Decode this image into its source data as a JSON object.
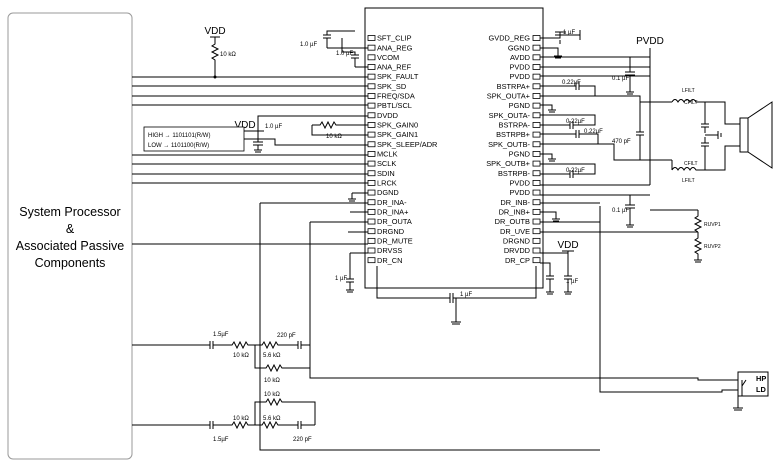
{
  "processor": {
    "lines": [
      "System Processor",
      "&",
      "Associated Passive",
      "Components"
    ]
  },
  "rails": {
    "vdd": "VDD",
    "pvdd": "PVDD"
  },
  "ic": {
    "left_pins": [
      "SFT_CLIP",
      "ANA_REG",
      "VCOM",
      "ANA_REF",
      "SPK_FAULT",
      "SPK_SD",
      "FREQ/SDA",
      "PBTL/SCL",
      "DVDD",
      "SPK_GAIN0",
      "SPK_GAIN1",
      "SPK_SLEEP/ADR",
      "MCLK",
      "SCLK",
      "SDIN",
      "LRCK",
      "DGND",
      "DR_INA-",
      "DR_INA+",
      "DR_OUTA",
      "DRGND",
      "DR_MUTE",
      "DRVSS",
      "DR_CN"
    ],
    "right_pins": [
      "GVDD_REG",
      "GGND",
      "AVDD",
      "PVDD",
      "PVDD",
      "BSTRPA+",
      "SPK_OUTA+",
      "PGND",
      "SPK_OUTA-",
      "BSTRPA-",
      "BSTRPB+",
      "SPK_OUTB-",
      "PGND",
      "SPK_OUTB+",
      "BSTRPB-",
      "PVDD",
      "PVDD",
      "DR_INB-",
      "DR_INB+",
      "DR_OUTB",
      "DR_UVE",
      "DRGND",
      "DRVDD",
      "DR_CP"
    ]
  },
  "components": {
    "r_10k": "10 kΩ",
    "c_1u": "1.0 µF",
    "c_1u_short": "1 µF",
    "c_01u": "0.1 µF",
    "c_022u": "0.22µF",
    "c_470p": "470 pF",
    "c_15u": "1.5µF",
    "r_56k": "5.6 kΩ",
    "c_220p": "220 pF",
    "l_filt": "LFILT",
    "c_filt": "CFILT",
    "r_uvp1": "RUVP1",
    "r_uvp2": "RUVP2"
  },
  "addr_box": {
    "high": "HIGH → 1101101(R/W)",
    "low": "LOW → 1101100(R/W)"
  },
  "headphone": {
    "hp": "HP",
    "ld": "LD"
  }
}
